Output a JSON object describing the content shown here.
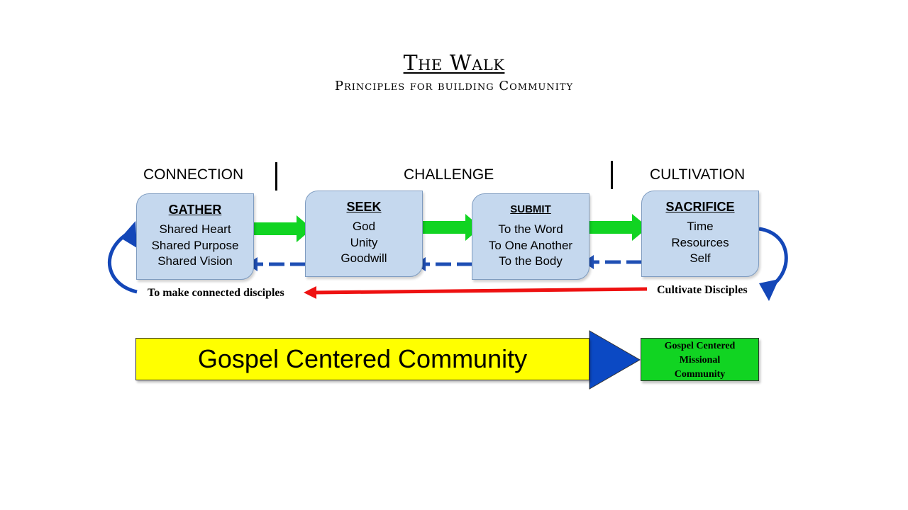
{
  "header": {
    "title": "The Walk",
    "subtitle": "Principles for building Community"
  },
  "phases": {
    "connection": "CONNECTION",
    "challenge": "CHALLENGE",
    "cultivation": "CULTIVATION"
  },
  "stages": [
    {
      "heading": "GATHER",
      "lines": [
        "Shared Heart",
        "Shared Purpose",
        "Shared Vision"
      ]
    },
    {
      "heading": "SEEK",
      "lines": [
        "God",
        "Unity",
        "Goodwill"
      ]
    },
    {
      "heading": "SUBMIT",
      "lines": [
        "To the Word",
        "To One Another",
        "To the Body"
      ]
    },
    {
      "heading": "SACRIFICE",
      "lines": [
        "Time",
        "Resources",
        "Self"
      ]
    }
  ],
  "labels": {
    "left": "To make connected disciples",
    "right": "Cultivate Disciples"
  },
  "banner": {
    "text": "Gospel Centered Community"
  },
  "goal": {
    "lines": [
      "Gospel Centered",
      "Missional",
      "Community"
    ]
  },
  "colors": {
    "stage_fill": "#c5d8ee",
    "forward_arrow": "#11d422",
    "back_arrow": "#1f4fb4",
    "loop_arrow": "#1447b8",
    "return_arrow": "#ee1111",
    "banner_fill": "#ffff00",
    "goal_fill": "#11d422",
    "triangle_fill": "#0b49c4"
  }
}
